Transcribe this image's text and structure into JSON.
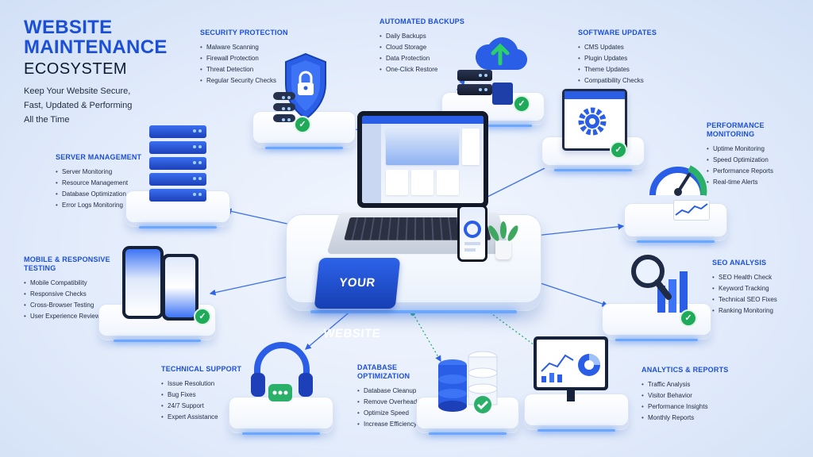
{
  "header": {
    "title_line1": "WEBSITE",
    "title_line2": "MAINTENANCE",
    "subtitle": "ECOSYSTEM",
    "tagline_line1": "Keep Your Website Secure,",
    "tagline_line2": "Fast, Updated & Performing",
    "tagline_line3": "All the Time"
  },
  "center": {
    "badge": "YOUR WEBSITE"
  },
  "colors": {
    "accent": "#1c4fd8",
    "check": "#1faa59",
    "glow": "#6aa8ff"
  },
  "services": [
    {
      "id": "security",
      "title": "SECURITY PROTECTION",
      "icon": "shield-lock-icon",
      "items": [
        "Malware Scanning",
        "Firewall Protection",
        "Threat Detection",
        "Regular Security Checks"
      ]
    },
    {
      "id": "backups",
      "title": "AUTOMATED BACKUPS",
      "icon": "cloud-upload-icon",
      "items": [
        "Daily Backups",
        "Cloud Storage",
        "Data Protection",
        "One-Click Restore"
      ]
    },
    {
      "id": "updates",
      "title": "SOFTWARE UPDATES",
      "icon": "gear-icon",
      "items": [
        "CMS Updates",
        "Plugin Updates",
        "Theme Updates",
        "Compatibility Checks"
      ]
    },
    {
      "id": "server",
      "title": "SERVER MANAGEMENT",
      "icon": "server-rack-icon",
      "items": [
        "Server Monitoring",
        "Resource Management",
        "Database Optimization",
        "Error Logs Monitoring"
      ]
    },
    {
      "id": "performance",
      "title": "PERFORMANCE MONITORING",
      "icon": "speedometer-icon",
      "items": [
        "Uptime Monitoring",
        "Speed Optimization",
        "Performance Reports",
        "Real-time Alerts"
      ]
    },
    {
      "id": "mobile",
      "title": "MOBILE & RESPONSIVE TESTING",
      "icon": "smartphone-icon",
      "items": [
        "Mobile Compatibility",
        "Responsive Checks",
        "Cross-Browser Testing",
        "User Experience Review"
      ]
    },
    {
      "id": "seo",
      "title": "SEO ANALYSIS",
      "icon": "magnifier-chart-icon",
      "items": [
        "SEO Health Check",
        "Keyword Tracking",
        "Technical SEO Fixes",
        "Ranking Monitoring"
      ]
    },
    {
      "id": "support",
      "title": "TECHNICAL SUPPORT",
      "icon": "headset-icon",
      "items": [
        "Issue Resolution",
        "Bug Fixes",
        "24/7 Support",
        "Expert Assistance"
      ]
    },
    {
      "id": "database",
      "title": "DATABASE OPTIMIZATION",
      "icon": "database-icon",
      "items": [
        "Database Cleanup",
        "Remove Overheads",
        "Optimize Speed",
        "Increase Efficiency"
      ]
    },
    {
      "id": "analytics",
      "title": "ANALYTICS & REPORTS",
      "icon": "monitor-chart-icon",
      "items": [
        "Traffic Analysis",
        "Visitor Behavior",
        "Performance Insights",
        "Monthly Reports"
      ]
    }
  ]
}
